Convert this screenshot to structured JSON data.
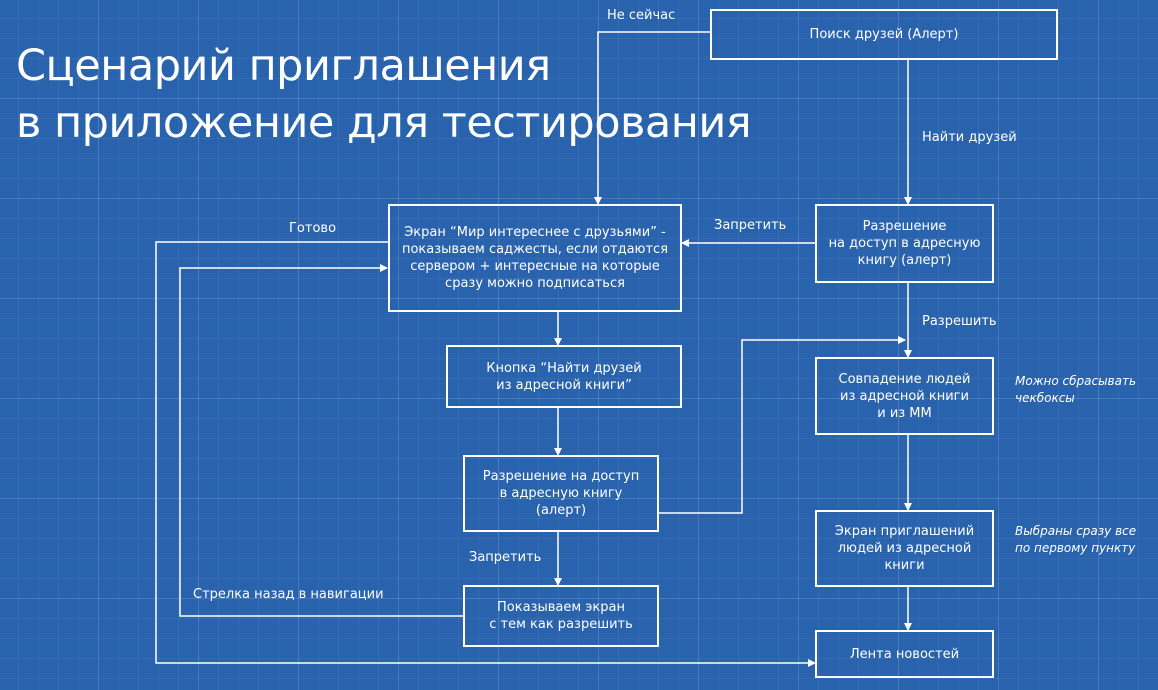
{
  "title": {
    "line1": "Сценарий приглашения",
    "line2": "в приложение для тестирования"
  },
  "nodes": {
    "search_friends": "Поиск друзей (Алерт)",
    "world_screen": "Экран “Мир интереснее с друзьями” -\nпоказываем саджесты, если отдаются\nсервером + интересные на которые\nсразу можно подписаться",
    "permission_top": "Разрешение\nна доступ в адресную\nкнигу (алерт)",
    "find_button": "Кнопка “Найти друзей\nиз адресной книги”",
    "match_people": "Совпадение людей\nиз адресной книги\nи из ММ",
    "permission_mid": "Разрешение на доступ\nв адресную книгу\n(алерт)",
    "invite_screen": "Экран приглашений\nлюдей из адресной\nкниги",
    "how_to_allow": "Показываем экран\nс тем как разрешить",
    "news_feed": "Лента новостей"
  },
  "labels": {
    "not_now": "Не сейчас",
    "find_friends": "Найти друзей",
    "done": "Готово",
    "deny_top": "Запретить",
    "allow": "Разрешить",
    "deny_mid": "Запретить",
    "back_arrow": "Стрелка назад в навигации"
  },
  "notes": {
    "can_reset": "Можно сбрасывать\nчекбоксы",
    "selected_all": "Выбраны сразу все\nпо первому пункту"
  },
  "colors": {
    "background": "#2a63ad",
    "lines": "#ffffff"
  }
}
